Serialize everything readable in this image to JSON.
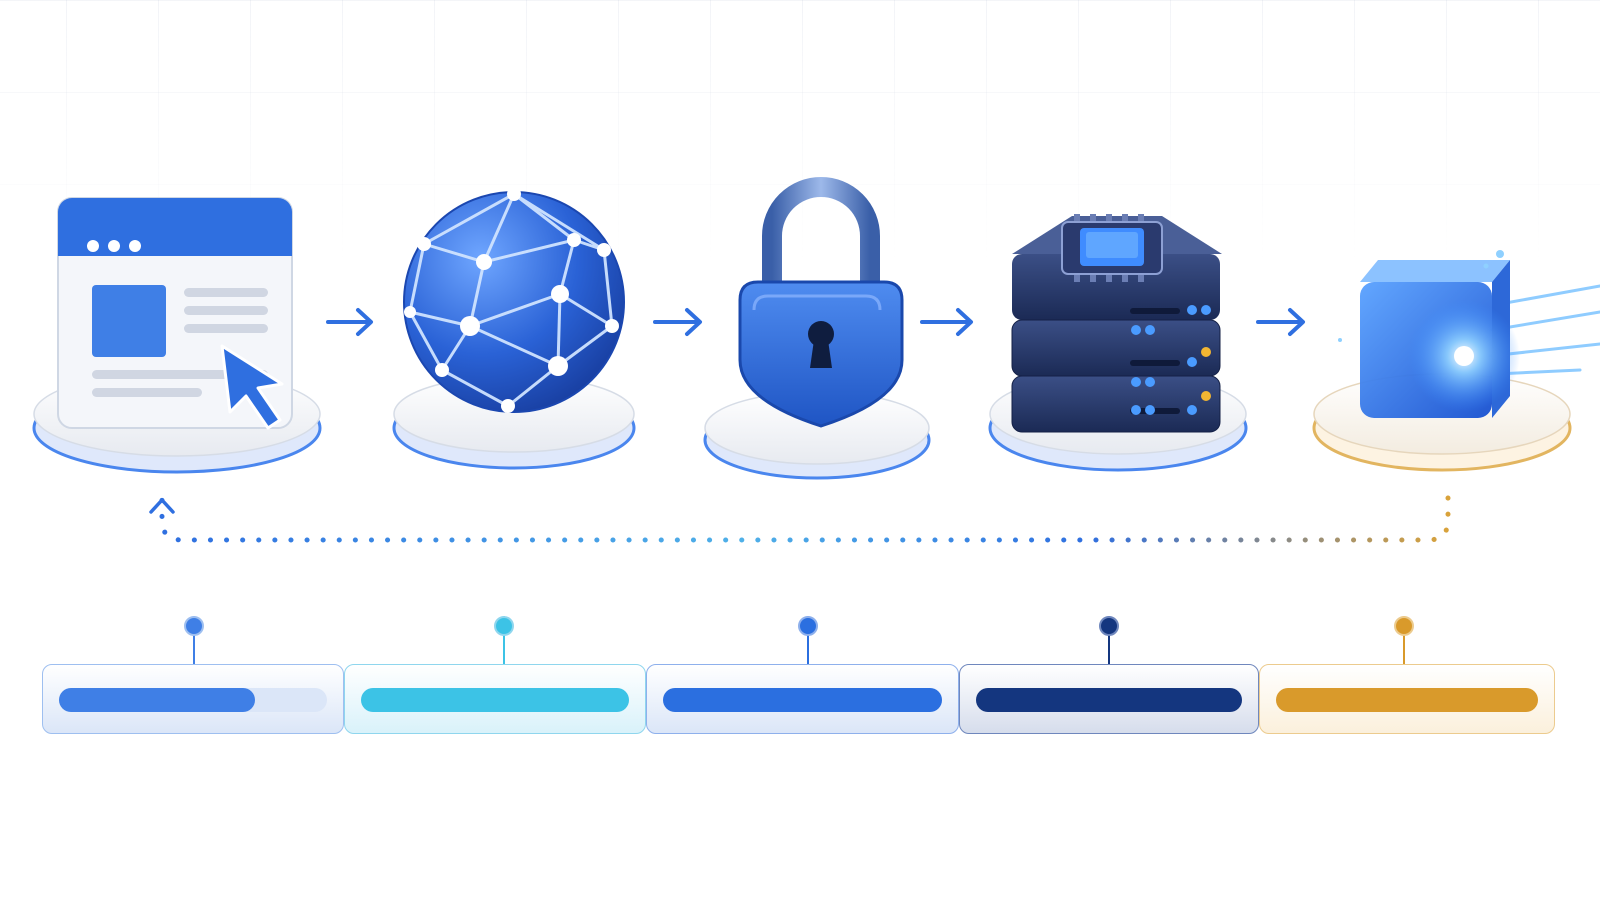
{
  "nodes": [
    {
      "id": "browser",
      "icon": "browser-window-cursor-icon"
    },
    {
      "id": "network",
      "icon": "globe-network-icon"
    },
    {
      "id": "security",
      "icon": "padlock-shield-icon"
    },
    {
      "id": "server",
      "icon": "server-stack-chip-icon"
    },
    {
      "id": "result",
      "icon": "glowing-cube-icon"
    }
  ],
  "connectors": [
    "arrow-right-icon",
    "arrow-right-icon",
    "arrow-right-icon",
    "arrow-right-icon"
  ],
  "return_path": {
    "style": "dotted",
    "direction": "right-to-left",
    "colors": [
      "#2f6fe0",
      "#d9a23a"
    ]
  },
  "stages": [
    {
      "color": "#3f7fe6",
      "track": "#dbe6f8",
      "border": "#9ebff0",
      "fill_fraction": 0.73
    },
    {
      "color": "#3cc3e6",
      "track": "#d9f2fa",
      "border": "#8fd6ee",
      "fill_fraction": 1.0
    },
    {
      "color": "#2b6fe0",
      "track": "#dbe6f8",
      "border": "#8eb0ec",
      "fill_fraction": 1.0
    },
    {
      "color": "#14367f",
      "track": "#d6ddec",
      "border": "#6f87bd",
      "fill_fraction": 1.0
    },
    {
      "color": "#d99a2b",
      "track": "#fbf0dc",
      "border": "#eccb8e",
      "fill_fraction": 1.0
    }
  ],
  "colors": {
    "accent": "#2f6fe0",
    "dark": "#1e2f5c",
    "gold": "#d9a23a"
  }
}
